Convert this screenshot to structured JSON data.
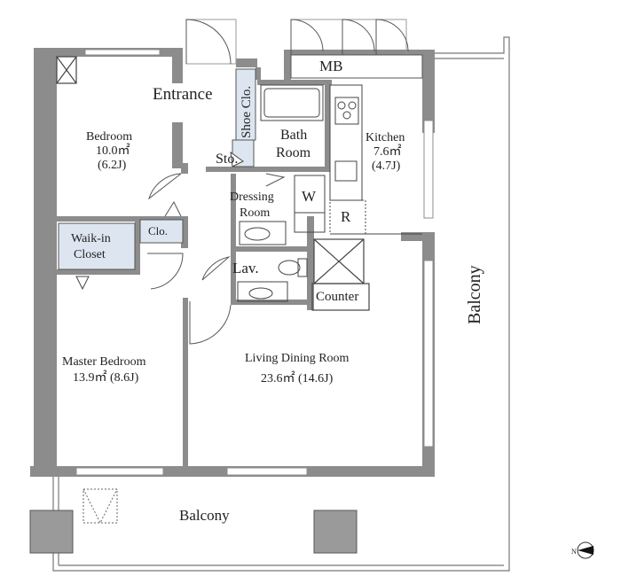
{
  "rooms": {
    "entrance": "Entrance",
    "shoe_closet": "Shoe Clo.",
    "mb": "MB",
    "bath": {
      "line1": "Bath",
      "line2": "Room"
    },
    "storage": "Sto.",
    "kitchen": {
      "name": "Kitchen",
      "area": "7.6㎡",
      "jo": "(4.7J)"
    },
    "bedroom": {
      "name": "Bedroom",
      "area": "10.0㎡",
      "jo": "(6.2J)"
    },
    "walk_in_closet": {
      "line1": "Waik-in",
      "line2": "Closet"
    },
    "closet": "Clo.",
    "dressing": {
      "line1": "Dressing",
      "line2": "Room"
    },
    "washer": "W",
    "fridge": "R",
    "lavatory": "Lav.",
    "counter": "Counter",
    "master_bedroom": {
      "name": "Master Bedroom",
      "area_jo": "13.9㎡ (8.6J)"
    },
    "living": {
      "name": "Living Dining Room",
      "area_jo": "23.6㎡ (14.6J)"
    },
    "balcony_east": "Balcony",
    "balcony_south": "Balcony"
  },
  "compass": {
    "letter": "N"
  },
  "colors": {
    "wall": "#8c8c8c",
    "wall_dark": "#6e6e6e",
    "storage_fill": "#dde6f0",
    "pillar": "#9a9a9a",
    "fixture": "#444444"
  }
}
